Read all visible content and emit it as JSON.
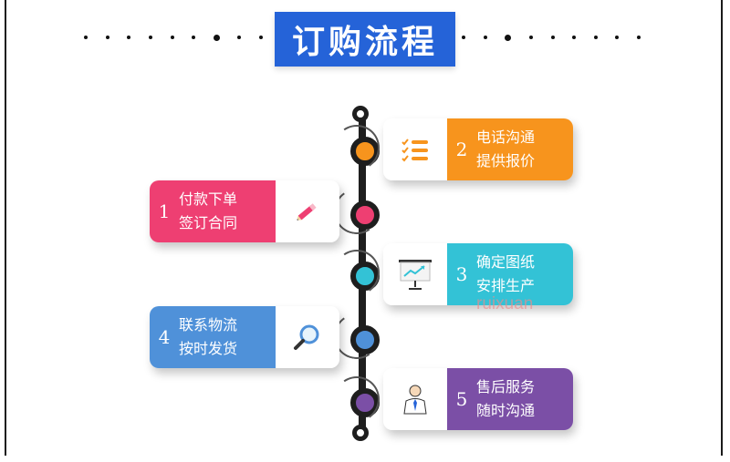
{
  "title": "订购流程",
  "watermark": "ruixuan",
  "steps": [
    {
      "num": "1",
      "line1": "付款下单",
      "line2": "签订合同",
      "color": "#ee3f72",
      "icon": "pencil-icon",
      "side": "left"
    },
    {
      "num": "2",
      "line1": "电话沟通",
      "line2": "提供报价",
      "color": "#f7941d",
      "icon": "checklist-icon",
      "side": "right"
    },
    {
      "num": "3",
      "line1": "确定图纸",
      "line2": "安排生产",
      "color": "#33c2d6",
      "icon": "presentation-chart-icon",
      "side": "right"
    },
    {
      "num": "4",
      "line1": "联系物流",
      "line2": "按时发货",
      "color": "#4f91d9",
      "icon": "magnifier-icon",
      "side": "left"
    },
    {
      "num": "5",
      "line1": "售后服务",
      "line2": "随时沟通",
      "color": "#7b4fa6",
      "icon": "service-person-icon",
      "side": "right"
    }
  ],
  "node_colors": [
    "#f7941d",
    "#ee3f72",
    "#33c2d6",
    "#4f91d9",
    "#7b4fa6"
  ]
}
